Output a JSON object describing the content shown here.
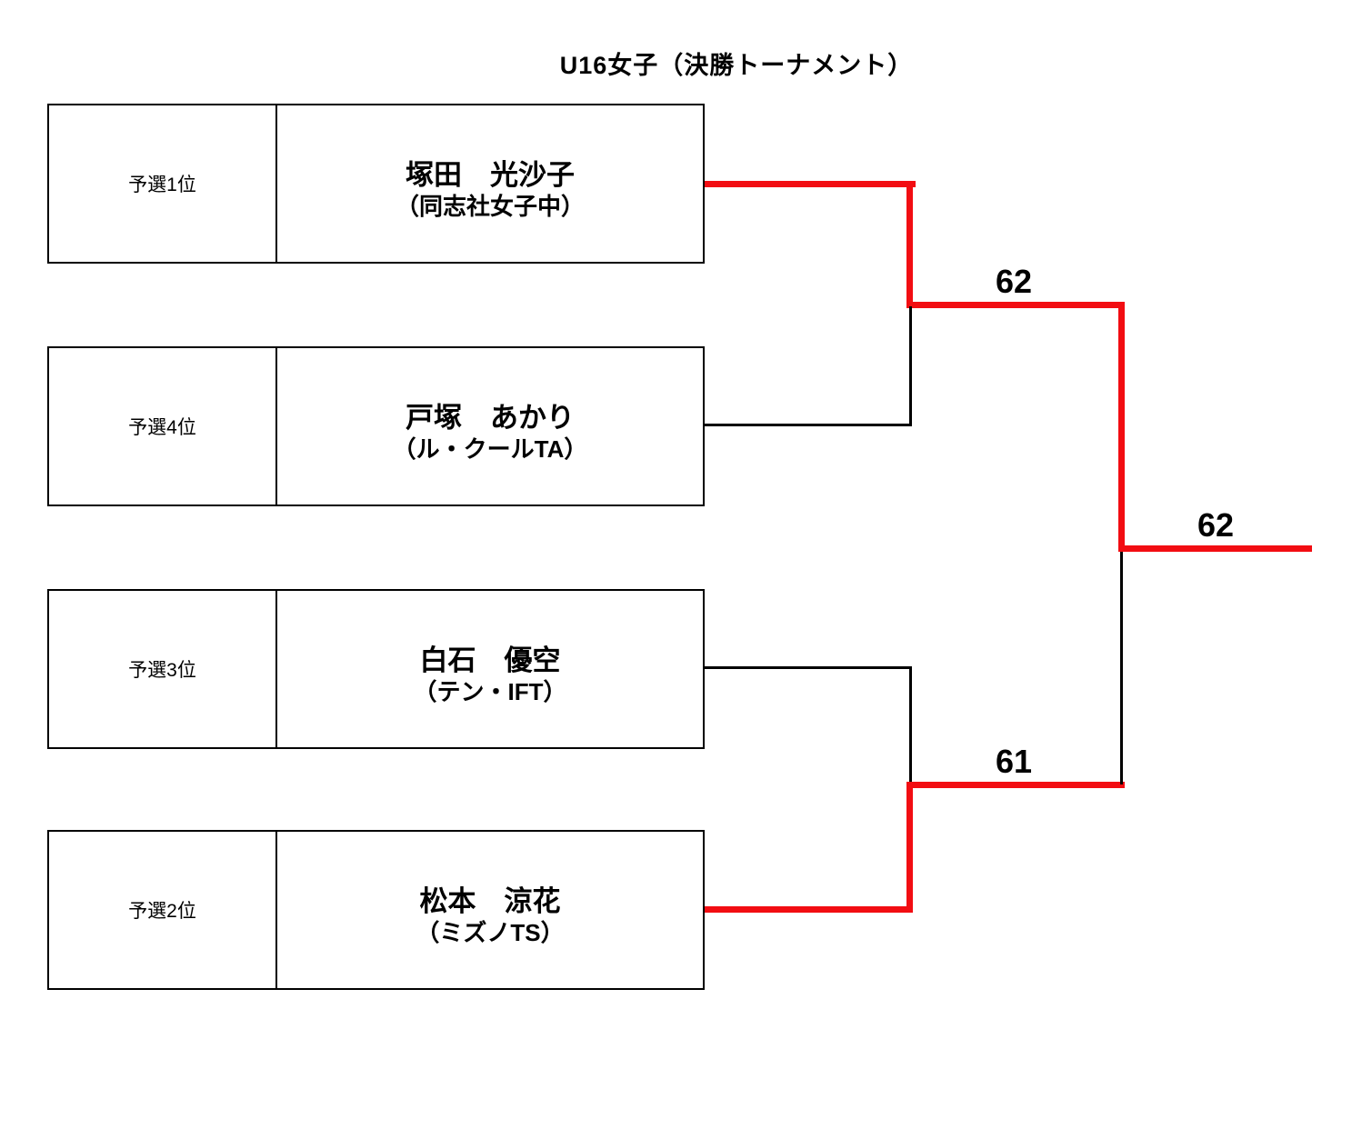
{
  "title": "U16女子（決勝トーナメント）",
  "colors": {
    "line": "#000000",
    "winner-path": "#f20d12"
  },
  "bracket": {
    "entries": [
      {
        "seed": "予選1位",
        "name": "塚田　光沙子",
        "club": "（同志社女子中）"
      },
      {
        "seed": "予選4位",
        "name": "戸塚　あかり",
        "club": "（ル・クールTA）"
      },
      {
        "seed": "予選3位",
        "name": "白石　優空",
        "club": "（テン・IFT）"
      },
      {
        "seed": "予選2位",
        "name": "松本　涼花",
        "club": "（ミズノTS）"
      }
    ],
    "matches": {
      "semifinal_top": {
        "score": "62",
        "winner": "塚田　光沙子"
      },
      "semifinal_bottom": {
        "score": "61",
        "winner": "松本　涼花"
      },
      "final": {
        "score": "62",
        "winner": "塚田　光沙子"
      }
    }
  }
}
